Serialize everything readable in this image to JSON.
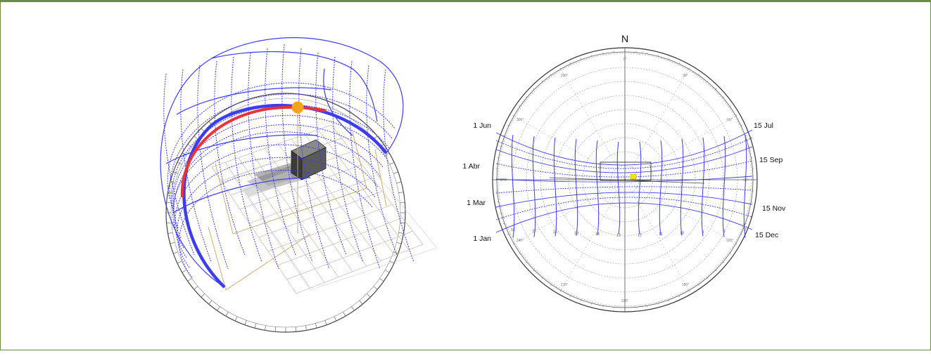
{
  "north_label": "N",
  "date_labels": {
    "left": [
      "1 Jun",
      "1 Abr",
      "1 Mar",
      "1 Jan"
    ],
    "right": [
      "15 Jul",
      "15 Sep",
      "15 Nov",
      "15 Dec"
    ]
  },
  "hour_labels": [
    "16",
    "17",
    "16",
    "15",
    "14",
    "13",
    "12",
    "11",
    "10",
    "9",
    "8",
    "7"
  ],
  "azimuth_labels": [
    "0°",
    "30°",
    "60°",
    "90°",
    "120°",
    "150°",
    "180°",
    "210°",
    "240°",
    "270°",
    "300°",
    "330°"
  ],
  "colors": {
    "frame": "#6c8b43",
    "sunpath": "#3d3df0",
    "sun": "#f7a21b",
    "red_arc": "#e8333a",
    "sun_marker": "#f2e600",
    "circle": "#555555",
    "grid": "#b0b0b0",
    "structure": "#c9a46b"
  }
}
